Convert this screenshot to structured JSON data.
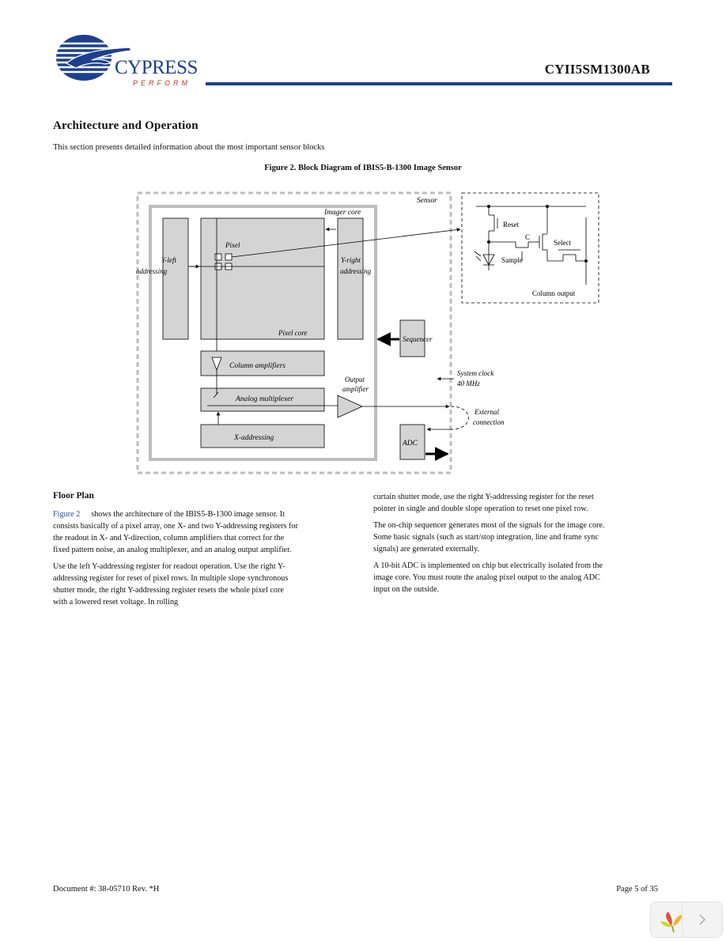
{
  "header": {
    "logo_word": "CYPRESS",
    "logo_tagline": "PERFORM",
    "doc_id": "CYII5SM1300AB"
  },
  "section": {
    "title": "Architecture and Operation",
    "intro": "This section presents detailed information about the most important sensor blocks"
  },
  "figure": {
    "caption": "Figure 2. Block Diagram of IBIS5-B-1300 Image Sensor",
    "labels": {
      "sensor": "Sensor",
      "imager_core": "Imager core",
      "pixel": "Pixel",
      "y_left_1": "Y-left",
      "y_left_2": "addressing",
      "y_right_1": "Y-right",
      "y_right_2": "addressing",
      "pixel_core": "Pixel core",
      "sequencer": "Sequencer",
      "column_amplifiers": "Column amplifiers",
      "analog_multiplexer": "Analog multiplexer",
      "x_addressing": "X-addressing",
      "output_amp_1": "Output",
      "output_amp_2": "amplifier",
      "system_clock_1": "System clock",
      "system_clock_2": "40 MHz",
      "external_1": "External",
      "external_2": "connection",
      "adc": "ADC",
      "reset": "Reset",
      "c": "C",
      "sample": "Sample",
      "select": "Select",
      "column_output": "Column output"
    }
  },
  "floor_plan": {
    "title": "Floor Plan",
    "link_text": "Figure 2",
    "p1_rest": "shows the architecture of the IBIS5-B-1300 image sensor. It consists basically of a pixel array, one X- and two Y-addressing registers for the readout in X- and Y-direction, column amplifiers that correct for the fixed pattern noise, an analog multiplexer, and an analog output amplifier.",
    "p2": "Use the left Y-addressing register for readout operation. Use the right Y-addressing register for reset of pixel rows. In multiple slope synchronous shutter mode, the right Y-addressing register resets the whole pixel core with a lowered reset voltage. In rolling",
    "p3": "curtain shutter mode, use the right Y-addressing register for the reset pointer in single and double slope operation to reset one pixel row.",
    "p4": "The on-chip sequencer generates most of the signals for the image core. Some basic signals (such as start/stop integration, line and frame sync signals) are generated externally.",
    "p5": "A 10-bit ADC is implemented on chip but electrically isolated from the image core. You must route the analog pixel output to the analog ADC input on the outside."
  },
  "footer": {
    "document": "Document #: 38-05710 Rev. *H",
    "page": "Page 5 of 35"
  },
  "colors": {
    "brand_blue": "#1d3f8f",
    "brand_red": "#c0332b",
    "block_fill": "#d4d4d4",
    "link": "#2a4d9a"
  }
}
